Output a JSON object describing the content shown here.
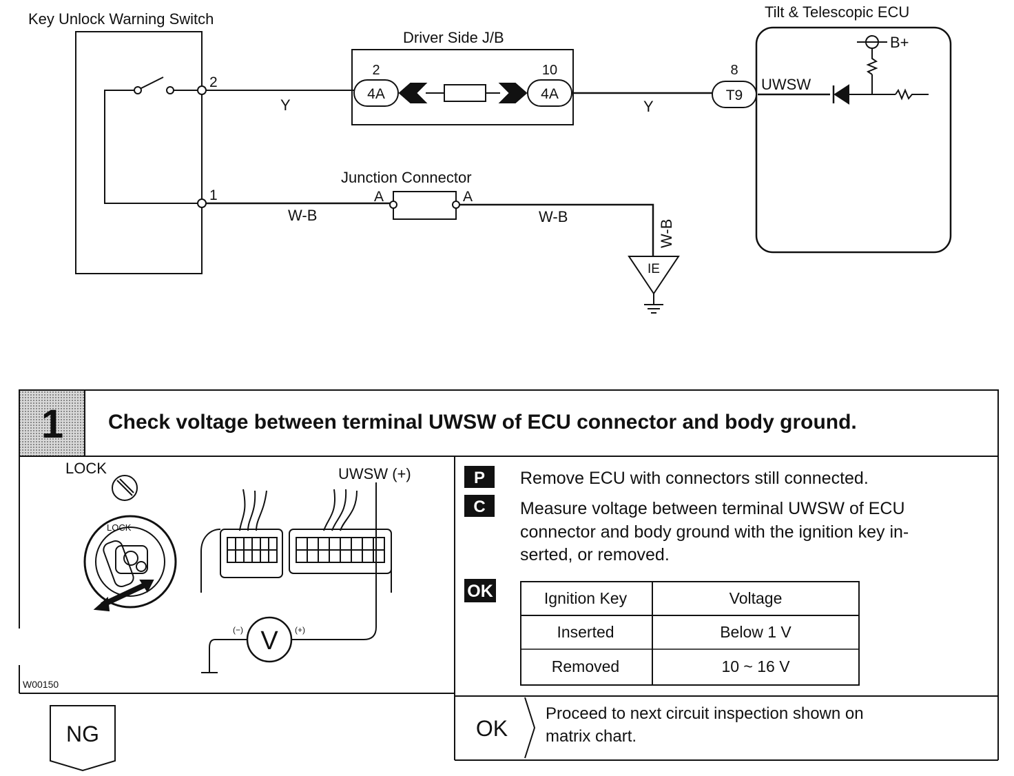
{
  "wiring": {
    "switch_title": "Key Unlock Warning Switch",
    "jb_title": "Driver Side J/B",
    "ecu_title": "Tilt & Telescopic ECU",
    "junction_title": "Junction Connector",
    "terminals": {
      "sw_2": "2",
      "sw_1": "1",
      "jb_left_pin": "2",
      "jb_left_conn": "4A",
      "jb_right_pin": "10",
      "jb_right_conn": "4A",
      "ecu_pin": "8",
      "ecu_conn": "T9",
      "ecu_uwsw": "UWSW",
      "b_plus": "B+",
      "jc_left": "A",
      "jc_right": "A",
      "ground": "IE"
    },
    "wire_colors": {
      "y1": "Y",
      "y2": "Y",
      "wb1": "W-B",
      "wb2": "W-B",
      "wb3": "W-B"
    }
  },
  "step": {
    "number": "1",
    "title": "Check voltage between terminal UWSW of ECU connector and body ground."
  },
  "illustration": {
    "lock_label": "LOCK",
    "lock_small": "LOCK",
    "uwsw_label": "UWSW (+)",
    "meter_symbol": "V",
    "neg": "(−)",
    "pos": "(+)",
    "figure_id": "W00150"
  },
  "instructions": {
    "p_badge": "P",
    "p_text": "Remove ECU with connectors still connected.",
    "c_badge": "C",
    "c_line1": "Measure voltage between terminal UWSW of ECU",
    "c_line2": "connector and body ground with the ignition key in-",
    "c_line3": "serted, or removed.",
    "ok_badge": "OK"
  },
  "table": {
    "headers": [
      "Ignition Key",
      "Voltage"
    ],
    "rows": [
      [
        "Inserted",
        "Below 1 V"
      ],
      [
        "Removed",
        "10 ~ 16 V"
      ]
    ]
  },
  "outcomes": {
    "ng_label": "NG",
    "ok_label": "OK",
    "ok_line1": "Proceed to next circuit inspection shown on",
    "ok_line2": "matrix chart."
  }
}
